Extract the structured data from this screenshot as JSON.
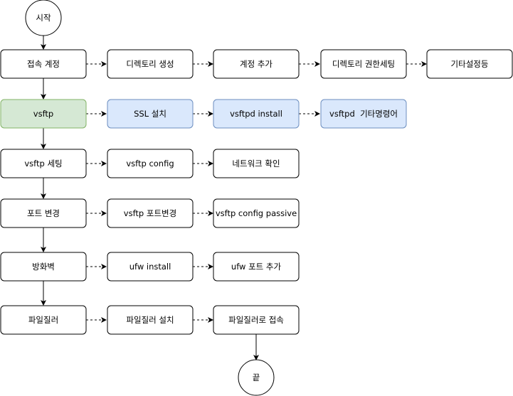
{
  "nodes": {
    "start": "시작",
    "end": "끝",
    "login": "접속 계정",
    "mkdir": "디렉토리 생성",
    "add_account": "계정 추가",
    "dir_perm": "디렉토리 권한세팅",
    "etc_settings": "기타설정등",
    "vsftp": "vsftp",
    "ssl": "SSL 설치",
    "vsftpd_install": "vsftpd install",
    "vsftpd_etc": "vsftpd  기타명령어",
    "vsftp_setting": "vsftp 세팅",
    "vsftp_config": "vsftp config",
    "network_check": "네트워크 확인",
    "port_change": "포트 변경",
    "vsftp_port_change": "vsftp 포트변경",
    "vsftp_passive": "vsftp config passive",
    "firewall": "방화벽",
    "ufw_install": "ufw install",
    "ufw_port_add": "ufw 포트 추가",
    "filezilla": "파일질러",
    "filezilla_install": "파일질러 설치",
    "filezilla_connect": "파일질러로 접속"
  },
  "colors": {
    "default_fill": "#ffffff",
    "default_stroke": "#000000",
    "green_fill": "#d5e8d4",
    "green_stroke": "#82b366",
    "blue_fill": "#dae8fc",
    "blue_stroke": "#6c8ebf"
  }
}
